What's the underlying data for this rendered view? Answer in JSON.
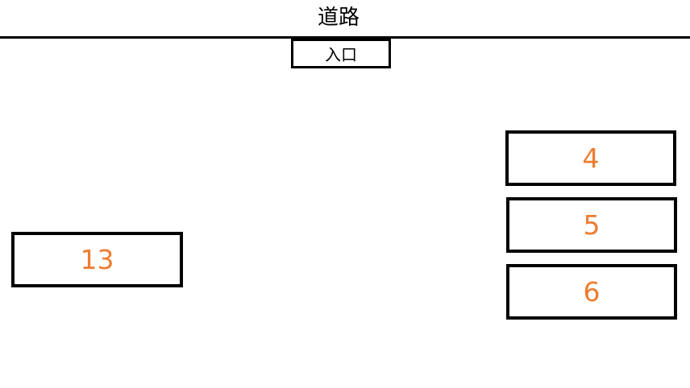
{
  "road": {
    "label": "道路"
  },
  "entrance": {
    "label": "入口"
  },
  "slots": [
    {
      "number": "4"
    },
    {
      "number": "5"
    },
    {
      "number": "6"
    },
    {
      "number": "13"
    }
  ],
  "colors": {
    "slot_number": "#ED7D31",
    "outline": "#000000",
    "background": "#FFFFFF"
  }
}
